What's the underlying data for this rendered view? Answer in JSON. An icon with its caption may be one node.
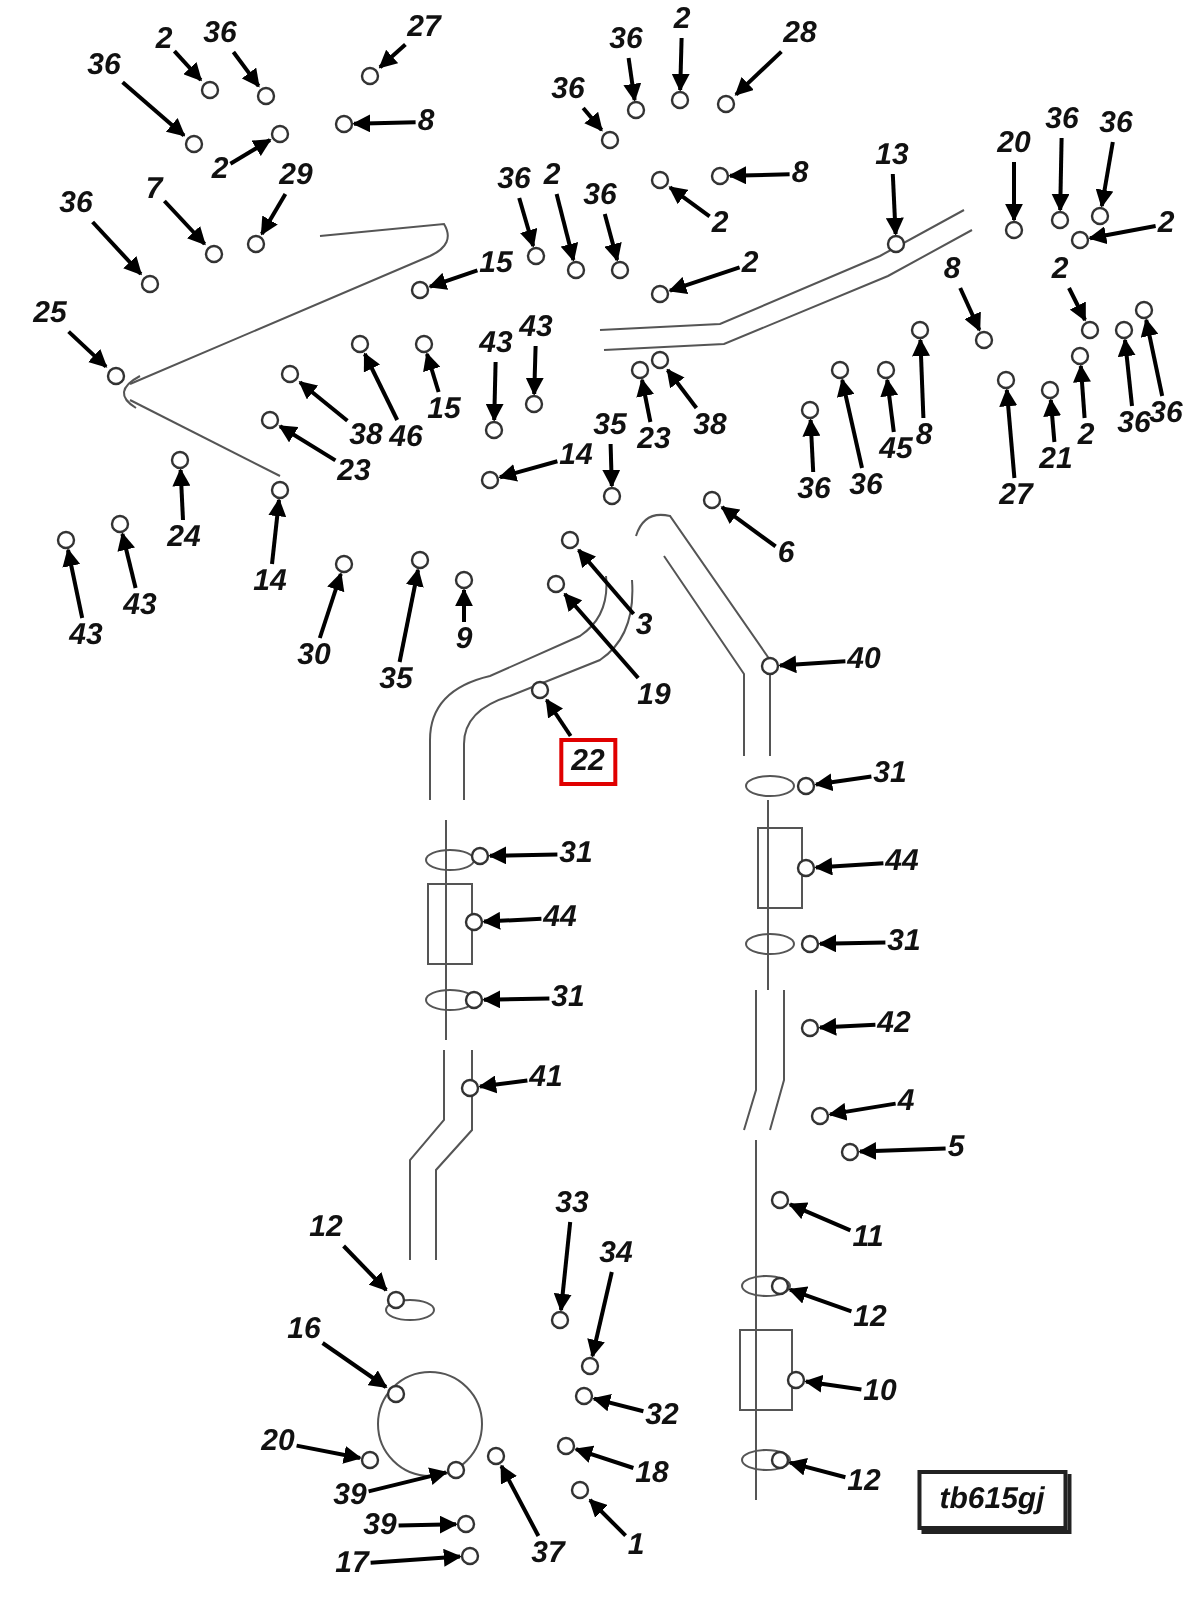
{
  "diagram": {
    "nodes": [
      {
        "text": [
          "36"
        ]
      },
      {
        "text": [
          "2"
        ]
      },
      {
        "text": [
          "36"
        ]
      },
      {
        "text": [
          "27"
        ]
      },
      {
        "text": [
          "8"
        ]
      },
      {
        "text": [
          "2"
        ]
      },
      {
        "text": [
          "36"
        ]
      },
      {
        "text": [
          "2"
        ]
      },
      {
        "text": [
          "28"
        ]
      },
      {
        "text": [
          "8"
        ]
      },
      {
        "text": [
          "2"
        ]
      },
      {
        "text": [
          "36"
        ]
      },
      {
        "text": [
          "20"
        ]
      },
      {
        "text": [
          "36"
        ]
      },
      {
        "text": [
          "36"
        ]
      },
      {
        "text": [
          "13"
        ]
      },
      {
        "text": [
          "36"
        ]
      },
      {
        "text": [
          "7"
        ]
      },
      {
        "text": [
          "29"
        ]
      },
      {
        "text": [
          "36"
        ]
      },
      {
        "text": [
          "2"
        ]
      },
      {
        "text": [
          "36"
        ]
      },
      {
        "text": [
          "2"
        ]
      },
      {
        "text": [
          "15"
        ]
      },
      {
        "text": [
          "2"
        ]
      },
      {
        "text": [
          "8"
        ]
      },
      {
        "text": [
          "2"
        ]
      },
      {
        "text": [
          "25"
        ]
      },
      {
        "text": [
          "43"
        ]
      },
      {
        "text": [
          "43"
        ]
      },
      {
        "text": [
          "15"
        ]
      },
      {
        "text": [
          "38"
        ]
      },
      {
        "text": [
          "46"
        ]
      },
      {
        "text": [
          "23"
        ]
      },
      {
        "text": [
          "23"
        ]
      },
      {
        "text": [
          "38"
        ]
      },
      {
        "text": [
          "36"
        ]
      },
      {
        "text": [
          "36"
        ]
      },
      {
        "text": [
          "45"
        ]
      },
      {
        "text": [
          "8"
        ]
      },
      {
        "text": [
          "27"
        ]
      },
      {
        "text": [
          "21"
        ]
      },
      {
        "text": [
          "2"
        ]
      },
      {
        "text": [
          "36"
        ]
      },
      {
        "text": [
          "36"
        ]
      },
      {
        "text": [
          "14"
        ]
      },
      {
        "text": [
          "35"
        ]
      },
      {
        "text": [
          "24"
        ]
      },
      {
        "text": [
          "14"
        ]
      },
      {
        "text": [
          "6"
        ]
      },
      {
        "text": [
          "43"
        ]
      },
      {
        "text": [
          "43"
        ]
      },
      {
        "text": [
          "30"
        ]
      },
      {
        "text": [
          "35"
        ]
      },
      {
        "text": [
          "9"
        ]
      },
      {
        "text": [
          "3"
        ]
      },
      {
        "text": [
          "19"
        ]
      },
      {
        "text": [
          "40"
        ]
      },
      {
        "text": [
          "22"
        ]
      },
      {
        "text": [
          "31"
        ]
      },
      {
        "text": [
          "31"
        ]
      },
      {
        "text": [
          "44"
        ]
      },
      {
        "text": [
          "44"
        ]
      },
      {
        "text": [
          "31"
        ]
      },
      {
        "text": [
          "31"
        ]
      },
      {
        "text": [
          "42"
        ]
      },
      {
        "text": [
          "41"
        ]
      },
      {
        "text": [
          "4"
        ]
      },
      {
        "text": [
          "5"
        ]
      },
      {
        "text": [
          "33"
        ]
      },
      {
        "text": [
          "12"
        ]
      },
      {
        "text": [
          "11"
        ]
      },
      {
        "text": [
          "34"
        ]
      },
      {
        "text": [
          "12"
        ]
      },
      {
        "text": [
          "16"
        ]
      },
      {
        "text": [
          "10"
        ]
      },
      {
        "text": [
          "32"
        ]
      },
      {
        "text": [
          "20"
        ]
      },
      {
        "text": [
          "18"
        ]
      },
      {
        "text": [
          "12"
        ]
      },
      {
        "text": [
          "39"
        ]
      },
      {
        "text": [
          "tb615gj"
        ]
      },
      {
        "text": [
          "39"
        ]
      },
      {
        "text": [
          "1"
        ]
      },
      {
        "text": [
          "37"
        ]
      },
      {
        "text": [
          "17"
        ]
      },
      {
        "text": [],
        "shape": "circle"
      },
      {
        "text": [],
        "shape": "circle"
      },
      {
        "text": [],
        "shape": "circle"
      },
      {
        "text": [],
        "shape": "circle"
      },
      {
        "text": [],
        "shape": "circle"
      },
      {
        "text": [],
        "shape": "circle"
      },
      {
        "text": [],
        "shape": "circle"
      },
      {
        "text": [],
        "shape": "circle"
      },
      {
        "text": [],
        "shape": "circle"
      },
      {
        "text": [],
        "shape": "circle"
      },
      {
        "text": [],
        "shape": "circle"
      },
      {
        "text": [],
        "shape": "circle"
      },
      {
        "text": [],
        "shape": "circle"
      },
      {
        "text": [],
        "shape": "circle"
      },
      {
        "text": [],
        "shape": "circle"
      },
      {
        "text": [],
        "shape": "circle"
      },
      {
        "text": [],
        "shape": "circle"
      },
      {
        "text": [],
        "shape": "circle"
      },
      {
        "text": [],
        "shape": "circle"
      },
      {
        "text": [],
        "shape": "circle"
      },
      {
        "text": [],
        "shape": "circle"
      },
      {
        "text": [],
        "shape": "circle"
      },
      {
        "text": [],
        "shape": "circle"
      },
      {
        "text": [],
        "shape": "circle"
      },
      {
        "text": [],
        "shape": "circle"
      },
      {
        "text": [],
        "shape": "circle"
      },
      {
        "text": [],
        "shape": "circle"
      },
      {
        "text": [],
        "shape": "circle"
      },
      {
        "text": [],
        "shape": "circle"
      },
      {
        "text": [],
        "shape": "circle"
      },
      {
        "text": [],
        "shape": "circle"
      },
      {
        "text": [],
        "shape": "circle"
      },
      {
        "text": [],
        "shape": "circle"
      },
      {
        "text": [],
        "shape": "circle"
      },
      {
        "text": [],
        "shape": "circle"
      },
      {
        "text": [],
        "shape": "circle"
      },
      {
        "text": [],
        "shape": "circle"
      },
      {
        "text": [],
        "shape": "circle"
      },
      {
        "text": [],
        "shape": "circle"
      },
      {
        "text": [],
        "shape": "circle"
      },
      {
        "text": [],
        "shape": "circle"
      },
      {
        "text": [],
        "shape": "circle"
      },
      {
        "text": [],
        "shape": "circle"
      },
      {
        "text": [],
        "shape": "circle"
      },
      {
        "text": [],
        "shape": "circle"
      },
      {
        "text": [],
        "shape": "circle"
      },
      {
        "text": [],
        "shape": "circle"
      },
      {
        "text": [],
        "shape": "circle"
      },
      {
        "text": [],
        "shape": "circle"
      },
      {
        "text": [],
        "shape": "circle"
      },
      {
        "text": [],
        "shape": "circle"
      },
      {
        "text": [],
        "shape": "circle"
      },
      {
        "text": [],
        "shape": "circle"
      },
      {
        "text": [],
        "shape": "circle"
      },
      {
        "text": [],
        "shape": "circle"
      },
      {
        "text": [],
        "shape": "circle"
      },
      {
        "text": [],
        "shape": "circle"
      },
      {
        "text": [],
        "shape": "circle"
      },
      {
        "text": [],
        "shape": "circle"
      },
      {
        "text": [],
        "shape": "circle"
      },
      {
        "text": [],
        "shape": "circle"
      },
      {
        "text": [],
        "shape": "circle"
      },
      {
        "text": [],
        "shape": "circle"
      },
      {
        "text": [],
        "shape": "circle"
      },
      {
        "text": [],
        "shape": "circle"
      },
      {
        "text": [],
        "shape": "circle"
      },
      {
        "text": [],
        "shape": "circle"
      },
      {
        "text": [],
        "shape": "circle"
      },
      {
        "text": [],
        "shape": "circle"
      },
      {
        "text": [],
        "shape": "circle"
      },
      {
        "text": [],
        "shape": "circle"
      },
      {
        "text": [],
        "shape": "circle"
      },
      {
        "text": [],
        "shape": "circle"
      },
      {
        "text": [],
        "shape": "circle"
      },
      {
        "text": [],
        "shape": "circle"
      },
      {
        "text": [],
        "shape": "circle"
      },
      {
        "text": [],
        "shape": "circle"
      },
      {
        "text": [],
        "shape": "circle"
      },
      {
        "text": [],
        "shape": "circle"
      },
      {
        "text": [],
        "shape": "circle"
      },
      {
        "text": [],
        "shape": "circle"
      },
      {
        "text": [],
        "shape": "circle"
      },
      {
        "text": [],
        "shape": "circle"
      },
      {
        "text": [],
        "shape": "circle"
      },
      {
        "text": [],
        "shape": "circle"
      }
    ],
    "edges": [
      {
        "from": 0,
        "to": 86,
        "arrow": "to"
      },
      {
        "from": 1,
        "to": 87,
        "arrow": "to"
      },
      {
        "from": 2,
        "to": 88,
        "arrow": "to"
      },
      {
        "from": 3,
        "to": 89,
        "arrow": "to"
      },
      {
        "from": 4,
        "to": 90,
        "arrow": "to"
      },
      {
        "from": 5,
        "to": 91,
        "arrow": "to"
      },
      {
        "from": 6,
        "to": 92,
        "arrow": "to"
      },
      {
        "from": 7,
        "to": 93,
        "arrow": "to"
      },
      {
        "from": 8,
        "to": 94,
        "arrow": "to"
      },
      {
        "from": 9,
        "to": 95,
        "arrow": "to"
      },
      {
        "from": 10,
        "to": 96,
        "arrow": "to"
      },
      {
        "from": 11,
        "to": 97,
        "arrow": "to"
      },
      {
        "from": 12,
        "to": 98,
        "arrow": "to"
      },
      {
        "from": 13,
        "to": 99,
        "arrow": "to"
      },
      {
        "from": 14,
        "to": 100,
        "arrow": "to"
      },
      {
        "from": 15,
        "to": 101,
        "arrow": "to"
      },
      {
        "from": 16,
        "to": 102,
        "arrow": "to"
      },
      {
        "from": 17,
        "to": 103,
        "arrow": "to"
      },
      {
        "from": 18,
        "to": 104,
        "arrow": "to"
      },
      {
        "from": 19,
        "to": 105,
        "arrow": "to"
      },
      {
        "from": 20,
        "to": 106,
        "arrow": "to"
      },
      {
        "from": 21,
        "to": 107,
        "arrow": "to"
      },
      {
        "from": 22,
        "to": 108,
        "arrow": "to"
      },
      {
        "from": 23,
        "to": 109,
        "arrow": "to"
      },
      {
        "from": 24,
        "to": 110,
        "arrow": "to"
      },
      {
        "from": 25,
        "to": 111,
        "arrow": "to"
      },
      {
        "from": 26,
        "to": 112,
        "arrow": "to"
      },
      {
        "from": 27,
        "to": 113,
        "arrow": "to"
      },
      {
        "from": 28,
        "to": 114,
        "arrow": "to"
      },
      {
        "from": 29,
        "to": 115,
        "arrow": "to"
      },
      {
        "from": 30,
        "to": 116,
        "arrow": "to"
      },
      {
        "from": 31,
        "to": 117,
        "arrow": "to"
      },
      {
        "from": 32,
        "to": 118,
        "arrow": "to"
      },
      {
        "from": 33,
        "to": 119,
        "arrow": "to"
      },
      {
        "from": 34,
        "to": 120,
        "arrow": "to"
      },
      {
        "from": 35,
        "to": 121,
        "arrow": "to"
      },
      {
        "from": 36,
        "to": 122,
        "arrow": "to"
      },
      {
        "from": 37,
        "to": 123,
        "arrow": "to"
      },
      {
        "from": 38,
        "to": 124,
        "arrow": "to"
      },
      {
        "from": 39,
        "to": 125,
        "arrow": "to"
      },
      {
        "from": 40,
        "to": 126,
        "arrow": "to"
      },
      {
        "from": 41,
        "to": 127,
        "arrow": "to"
      },
      {
        "from": 42,
        "to": 128,
        "arrow": "to"
      },
      {
        "from": 43,
        "to": 129,
        "arrow": "to"
      },
      {
        "from": 44,
        "to": 130,
        "arrow": "to"
      },
      {
        "from": 45,
        "to": 131,
        "arrow": "to"
      },
      {
        "from": 46,
        "to": 132,
        "arrow": "to"
      },
      {
        "from": 47,
        "to": 133,
        "arrow": "to"
      },
      {
        "from": 48,
        "to": 134,
        "arrow": "to"
      },
      {
        "from": 49,
        "to": 135,
        "arrow": "to"
      },
      {
        "from": 50,
        "to": 136,
        "arrow": "to"
      },
      {
        "from": 51,
        "to": 137,
        "arrow": "to"
      },
      {
        "from": 52,
        "to": 138,
        "arrow": "to"
      },
      {
        "from": 53,
        "to": 139,
        "arrow": "to"
      },
      {
        "from": 54,
        "to": 140,
        "arrow": "to"
      },
      {
        "from": 55,
        "to": 141,
        "arrow": "to"
      },
      {
        "from": 56,
        "to": 142,
        "arrow": "to"
      },
      {
        "from": 57,
        "to": 143,
        "arrow": "to"
      },
      {
        "from": 58,
        "to": 144,
        "arrow": "to"
      },
      {
        "from": 59,
        "to": 145,
        "arrow": "to"
      },
      {
        "from": 60,
        "to": 146,
        "arrow": "to"
      },
      {
        "from": 61,
        "to": 147,
        "arrow": "to"
      },
      {
        "from": 62,
        "to": 148,
        "arrow": "to"
      },
      {
        "from": 63,
        "to": 149,
        "arrow": "to"
      },
      {
        "from": 64,
        "to": 150,
        "arrow": "to"
      },
      {
        "from": 65,
        "to": 151,
        "arrow": "to"
      },
      {
        "from": 66,
        "to": 152,
        "arrow": "to"
      },
      {
        "from": 67,
        "to": 153,
        "arrow": "to"
      },
      {
        "from": 68,
        "to": 154,
        "arrow": "to"
      },
      {
        "from": 69,
        "to": 155,
        "arrow": "to"
      },
      {
        "from": 70,
        "to": 156,
        "arrow": "to"
      },
      {
        "from": 71,
        "to": 157,
        "arrow": "to"
      },
      {
        "from": 72,
        "to": 158,
        "arrow": "to"
      },
      {
        "from": 73,
        "to": 159,
        "arrow": "to"
      },
      {
        "from": 74,
        "to": 160,
        "arrow": "to"
      },
      {
        "from": 75,
        "to": 161,
        "arrow": "to"
      },
      {
        "from": 76,
        "to": 162,
        "arrow": "to"
      },
      {
        "from": 77,
        "to": 163,
        "arrow": "to"
      },
      {
        "from": 78,
        "to": 164,
        "arrow": "to"
      },
      {
        "from": 79,
        "to": 165,
        "arrow": "to"
      },
      {
        "from": 80,
        "to": 166,
        "arrow": "to"
      },
      {
        "from": 82,
        "to": 167,
        "arrow": "to"
      },
      {
        "from": 83,
        "to": 168,
        "arrow": "to"
      },
      {
        "from": 84,
        "to": 169,
        "arrow": "to"
      },
      {
        "from": 85,
        "to": 170,
        "arrow": "to"
      }
    ]
  }
}
